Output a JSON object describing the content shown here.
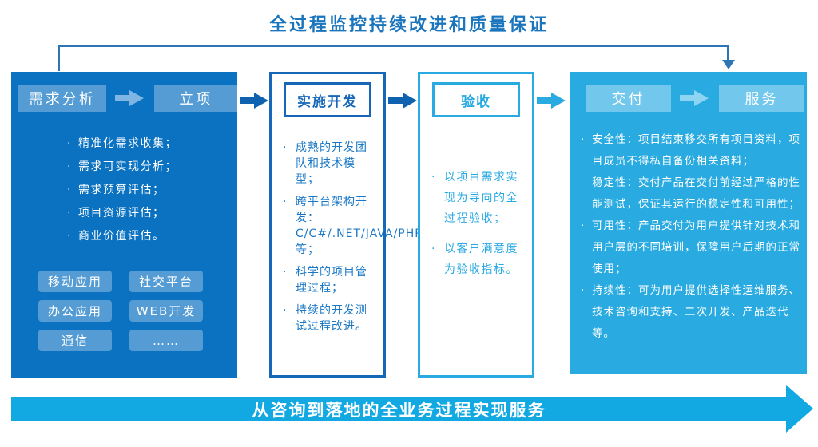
{
  "title": "全过程监控持续改进和质量保证",
  "colors": {
    "panel1_blue": "#0B72C1",
    "dark_arrow_blue": "#0F62B0",
    "bracket_blue": "#2E75B5",
    "title_blue": "#1B75BC",
    "cyan": "#29ABE2",
    "banner_cyan": "#12A9E3"
  },
  "stage_analysis": {
    "chip_requirements": "需求分析",
    "chip_initiation": "立项",
    "bullets": [
      "精准化需求收集；",
      "需求可实现分析；",
      "需求预算评估；",
      "项目资源评估；",
      "商业价值评估。"
    ],
    "tags": [
      "移动应用",
      "社交平台",
      "办公应用",
      "WEB开发",
      "通信",
      "……"
    ]
  },
  "stage_development": {
    "header": "实施开发",
    "bullets": [
      "成熟的开发团队和技术模型；",
      "跨平台架构开发：C/C#/.NET/JAVA/PHP/JSP/IOS/Android等；",
      "科学的项目管理过程；",
      "持续的开发测试过程改进。"
    ]
  },
  "stage_acceptance": {
    "header": "验收",
    "bullets": [
      "以项目需求实现为导向的全过程验收；",
      "以客户满意度为验收指标。"
    ]
  },
  "stage_delivery": {
    "chip_delivery": "交付",
    "chip_service": "服务",
    "bullets": [
      "安全性：项目结束移交所有项目资料，项目成员不得私自备份相关资料；",
      "稳定性：交付产品在交付前经过严格的性能测试，保证其运行的稳定性和可用性；",
      "可用性：产品交付为用户提供针对技术和用户层的不同培训，保障用户后期的正常使用；",
      "持续性：可为用户提供选择性运维服务、技术咨询和支持、二次开发、产品迭代等。"
    ]
  },
  "banner": "从咨询到落地的全业务过程实现服务",
  "bullet_marker": "·"
}
